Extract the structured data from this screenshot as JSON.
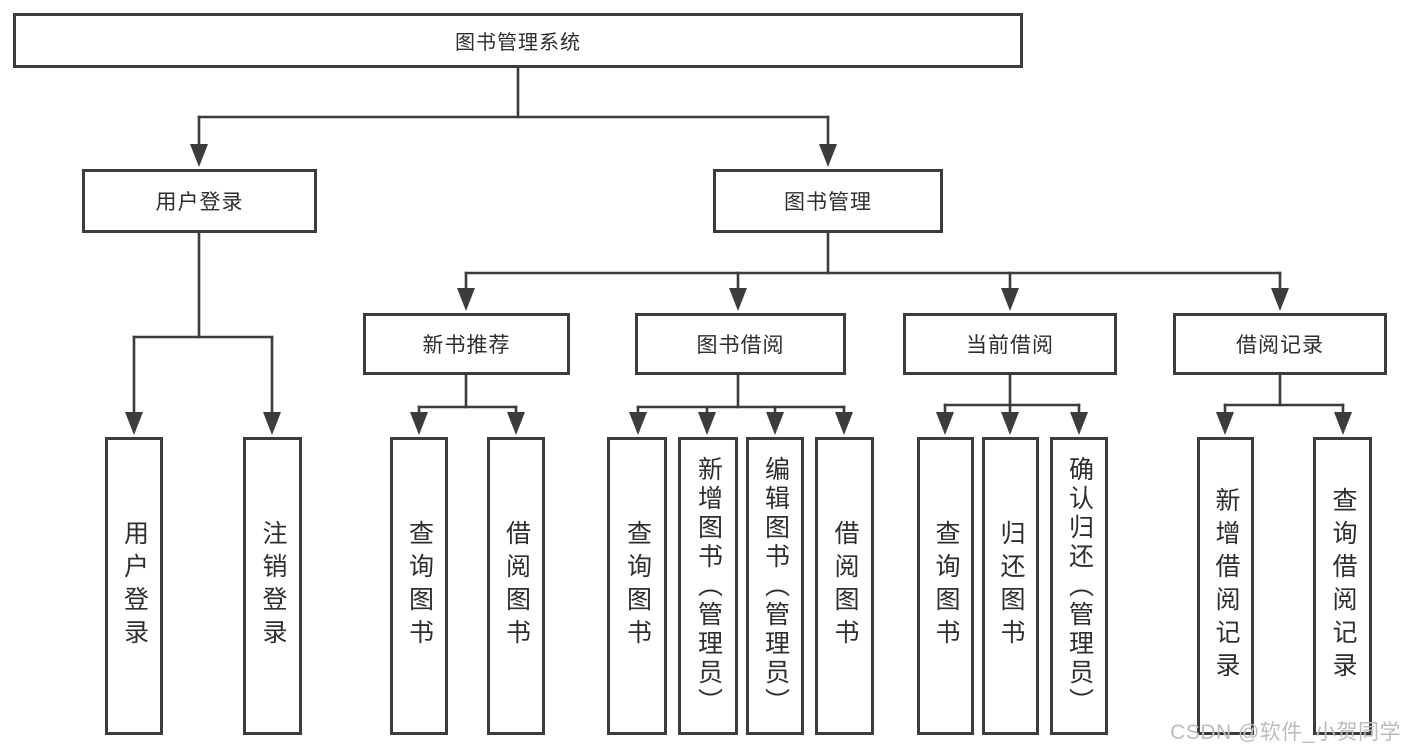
{
  "colors": {
    "line": "#3c3c3c",
    "text": "#2e2e2e",
    "watermark": "#bcbcbc",
    "background": "#ffffff"
  },
  "watermark": {
    "text": "CSDN @软件_小贺同学"
  },
  "diagram": {
    "root": {
      "label": "图书管理系统"
    },
    "branches": [
      {
        "label": "用户登录",
        "children": [
          {
            "label": "用户登录"
          },
          {
            "label": "注销登录"
          }
        ]
      },
      {
        "label": "图书管理",
        "children": [
          {
            "label": "新书推荐",
            "children": [
              {
                "label": "查询图书"
              },
              {
                "label": "借阅图书"
              }
            ]
          },
          {
            "label": "图书借阅",
            "children": [
              {
                "label": "查询图书"
              },
              {
                "label": "新增图书（管理员）"
              },
              {
                "label": "编辑图书（管理员）"
              },
              {
                "label": "借阅图书"
              }
            ]
          },
          {
            "label": "当前借阅",
            "children": [
              {
                "label": "查询图书"
              },
              {
                "label": "归还图书"
              },
              {
                "label": "确认归还（管理员）"
              }
            ]
          },
          {
            "label": "借阅记录",
            "children": [
              {
                "label": "新增借阅记录"
              },
              {
                "label": "查询借阅记录"
              }
            ]
          }
        ]
      }
    ]
  }
}
